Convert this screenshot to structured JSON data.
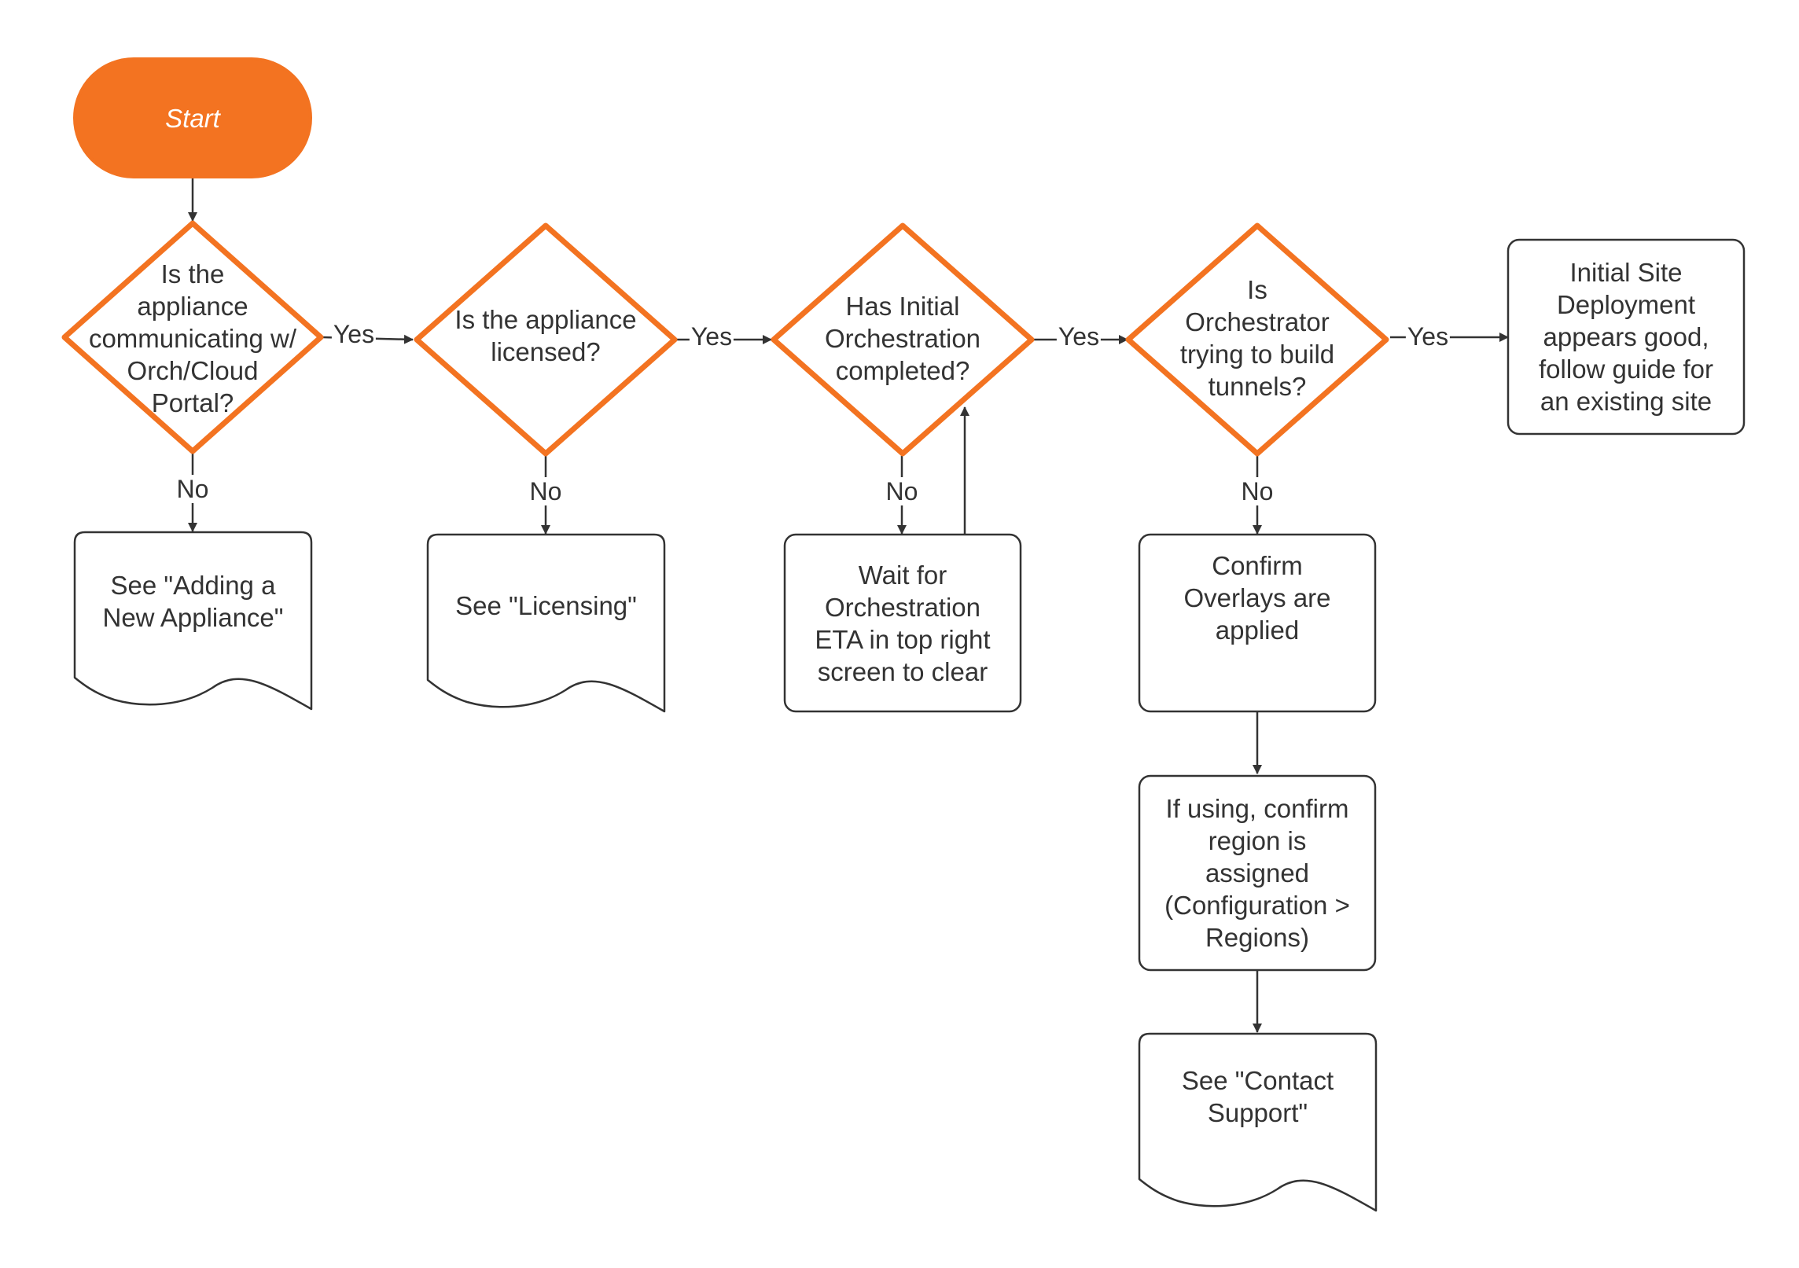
{
  "colors": {
    "accent": "#F37321",
    "stroke": "#333333",
    "text": "#333333",
    "start_text": "#FFFFFF"
  },
  "nodes": {
    "start": "Start",
    "decision_communicating": "Is the\nappliance\ncommunicating w/\nOrch/Cloud\nPortal?",
    "decision_licensed": "Is the appliance\nlicensed?",
    "decision_orchestration": "Has Initial\nOrchestration\ncompleted?",
    "decision_tunnels": "Is\nOrchestrator\ntrying to build\ntunnels?",
    "result_good": "Initial Site\nDeployment\nappears good,\nfollow guide for\nan existing site",
    "doc_adding": "See \"Adding a\nNew Appliance\"",
    "doc_licensing": "See \"Licensing\"",
    "process_wait": "Wait for\nOrchestration\nETA in top right\nscreen to clear",
    "process_overlays": "Confirm\nOverlays are\napplied",
    "process_region": "If using, confirm\nregion is\nassigned\n(Configuration >\nRegions)",
    "doc_support": "See \"Contact\nSupport\""
  },
  "edges": {
    "yes_1": "Yes",
    "yes_2": "Yes",
    "yes_3": "Yes",
    "yes_4": "Yes",
    "no_1": "No",
    "no_2": "No",
    "no_3": "No",
    "no_4": "No"
  }
}
